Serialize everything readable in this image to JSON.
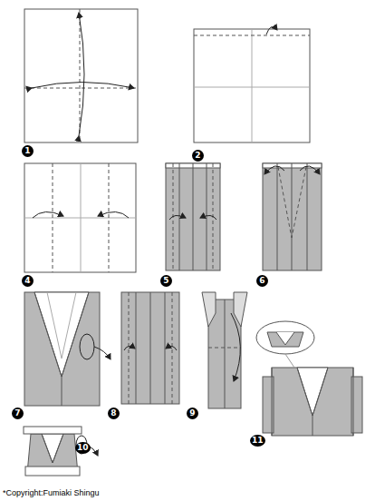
{
  "diagram": {
    "labels": [
      "1",
      "2",
      "4",
      "5",
      "6",
      "7",
      "8",
      "9",
      "10",
      "11",
      "*Copyright:Fumiaki Shingu"
    ]
  }
}
